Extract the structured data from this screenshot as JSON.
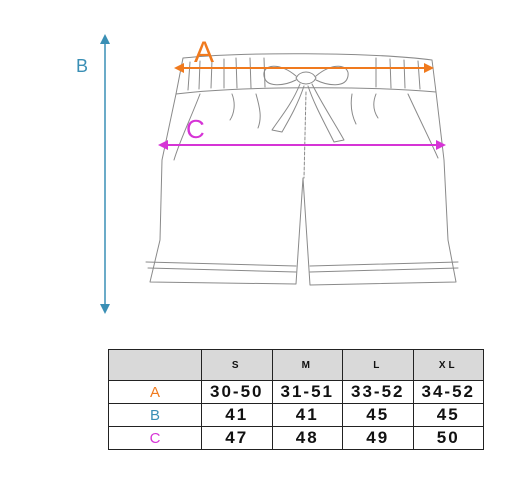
{
  "labels": {
    "a": "A",
    "b": "B",
    "c": "C"
  },
  "colors": {
    "a": "#f07a1e",
    "b": "#3a8fb5",
    "c": "#d634d6",
    "sketch": "#8a8a8a",
    "header_bg": "#d9d9d9"
  },
  "table": {
    "columns": [
      "S",
      "M",
      "L",
      "XL"
    ],
    "rows": [
      {
        "label": "A",
        "values": [
          "30-50",
          "31-51",
          "33-52",
          "34-52"
        ]
      },
      {
        "label": "B",
        "values": [
          "41",
          "41",
          "45",
          "45"
        ]
      },
      {
        "label": "C",
        "values": [
          "47",
          "48",
          "49",
          "50"
        ]
      }
    ]
  }
}
